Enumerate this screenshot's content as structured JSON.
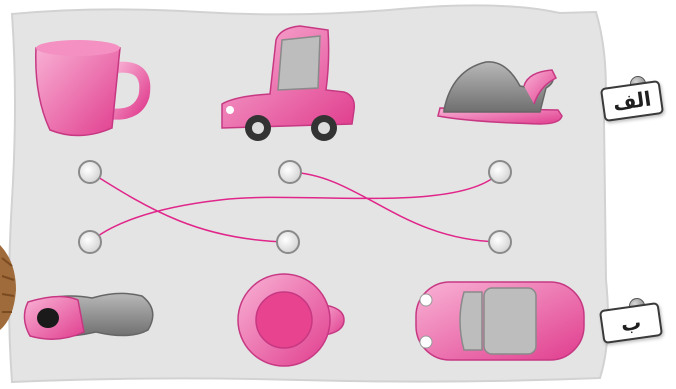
{
  "row_a_label": "الف",
  "row_b_label": "ب",
  "row_a_items": [
    "pink-mug-side-view",
    "pink-car-side-view",
    "pink-slipper-side-view"
  ],
  "row_b_items": [
    "slipper-top-view",
    "mug-top-view",
    "car-top-view"
  ],
  "matches": [
    {
      "from": "row_a_1",
      "to": "row_b_2"
    },
    {
      "from": "row_a_2",
      "to": "row_b_3"
    },
    {
      "from": "row_a_3",
      "to": "row_b_1"
    }
  ],
  "colors": {
    "board": "#e4e4e4",
    "pink": "#ec4f9a",
    "pink_light": "#f7a9cf",
    "gray": "#8a8a8a",
    "line": "#e0268a"
  }
}
